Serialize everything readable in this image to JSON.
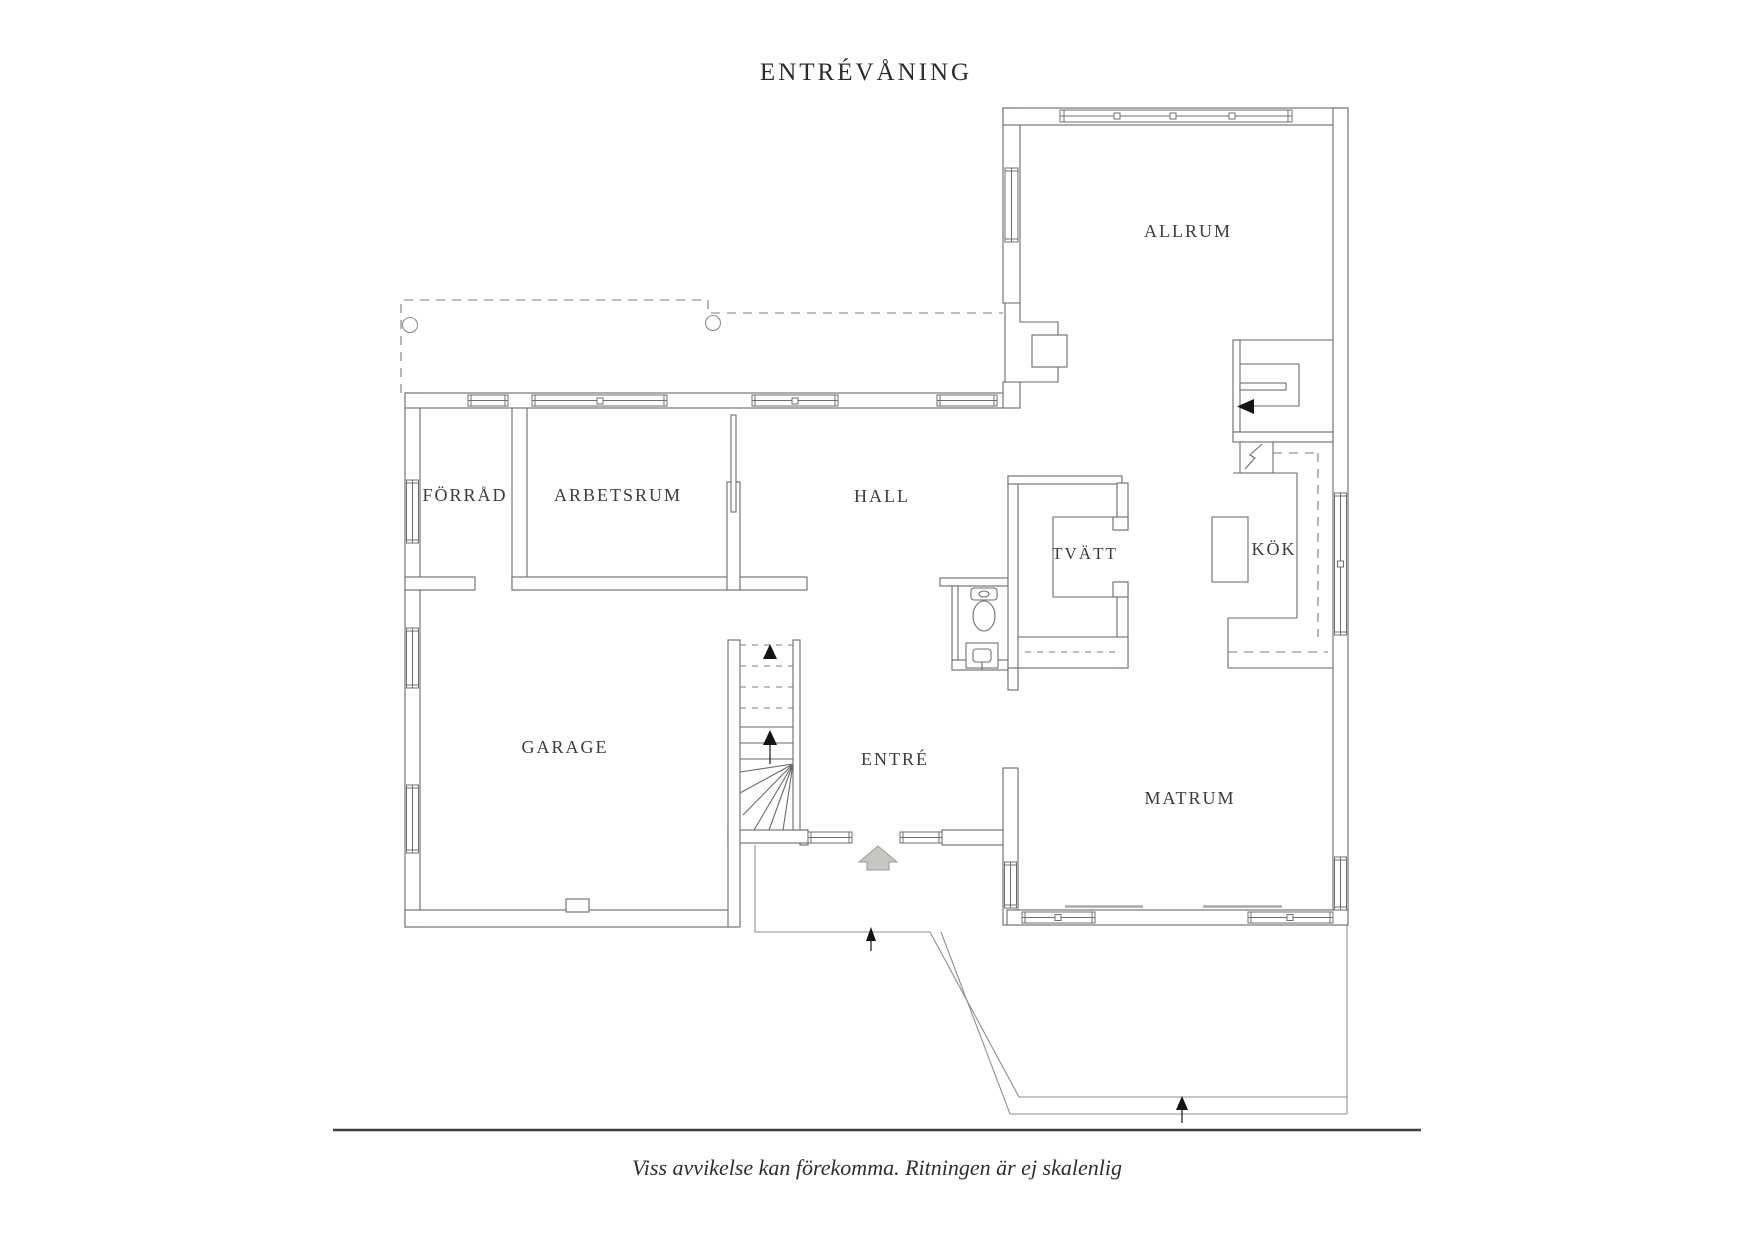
{
  "title": "ENTRÉVÅNING",
  "plan": {
    "rooms": {
      "allrum": "ALLRUM",
      "forrad": "FÖRRÅD",
      "arbetsrum": "ARBETSRUM",
      "hall": "HALL",
      "tvatt": "TVÄTT",
      "kok": "KÖK",
      "garage": "GARAGE",
      "entre": "ENTRÉ",
      "matrum": "MATRUM"
    },
    "symbols": [
      "entrance-arrow",
      "stair-up-arrow",
      "stair-down-arrow",
      "toilet",
      "sink",
      "kitchen-island",
      "fireplace",
      "deck-step-arrow",
      "carport-post"
    ],
    "colors": {
      "wall_line": "#6a6a6a",
      "thin_line": "#8f8f8f",
      "dashed_line": "#7d7d7d",
      "label_text": "#3c3c3c",
      "entrance_arrow_fill": "#c6c6c2",
      "black_arrow": "#141414",
      "footer_rule": "#3e3e3e"
    }
  },
  "footer": {
    "disclaimer": "Viss avvikelse kan förekomma. Ritningen är ej skalenlig"
  }
}
